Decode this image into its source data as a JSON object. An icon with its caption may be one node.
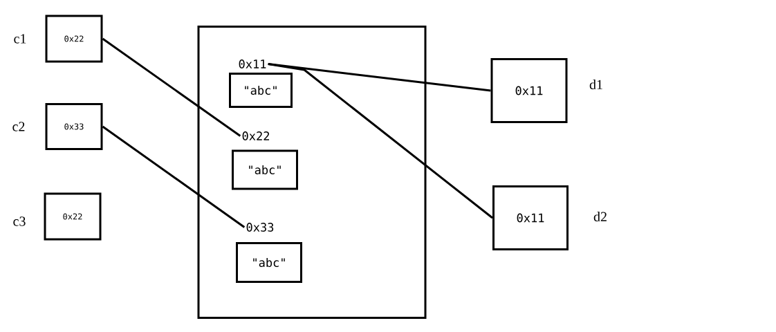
{
  "diagram": {
    "nodes": [
      {
        "text": [
          "0x22"
        ],
        "beside": [
          "c1"
        ]
      },
      {
        "text": [
          "0x33"
        ],
        "beside": [
          "c2"
        ]
      },
      {
        "text": [
          "0x22"
        ],
        "beside": [
          "c3"
        ]
      },
      {
        "text": [],
        "shape": "box"
      },
      {
        "text": [
          "0x11"
        ],
        "in": 3
      },
      {
        "text": [
          "\"abc\""
        ],
        "in": 3
      },
      {
        "text": [
          "0x22"
        ],
        "in": 3
      },
      {
        "text": [
          "\"abc\""
        ],
        "in": 3
      },
      {
        "text": [
          "0x33"
        ],
        "in": 3
      },
      {
        "text": [
          "\"abc\""
        ],
        "in": 3
      },
      {
        "text": [
          "0x11"
        ],
        "beside": [
          "d1"
        ]
      },
      {
        "text": [
          "0x11"
        ],
        "beside": [
          "d2"
        ]
      }
    ],
    "edges": [
      {
        "from": 0,
        "to": 6,
        "arrow": "none"
      },
      {
        "from": 1,
        "to": 8,
        "arrow": "none"
      },
      {
        "from": 4,
        "to": 10,
        "arrow": "none"
      },
      {
        "from": 4,
        "to": 11,
        "arrow": "none"
      }
    ]
  }
}
